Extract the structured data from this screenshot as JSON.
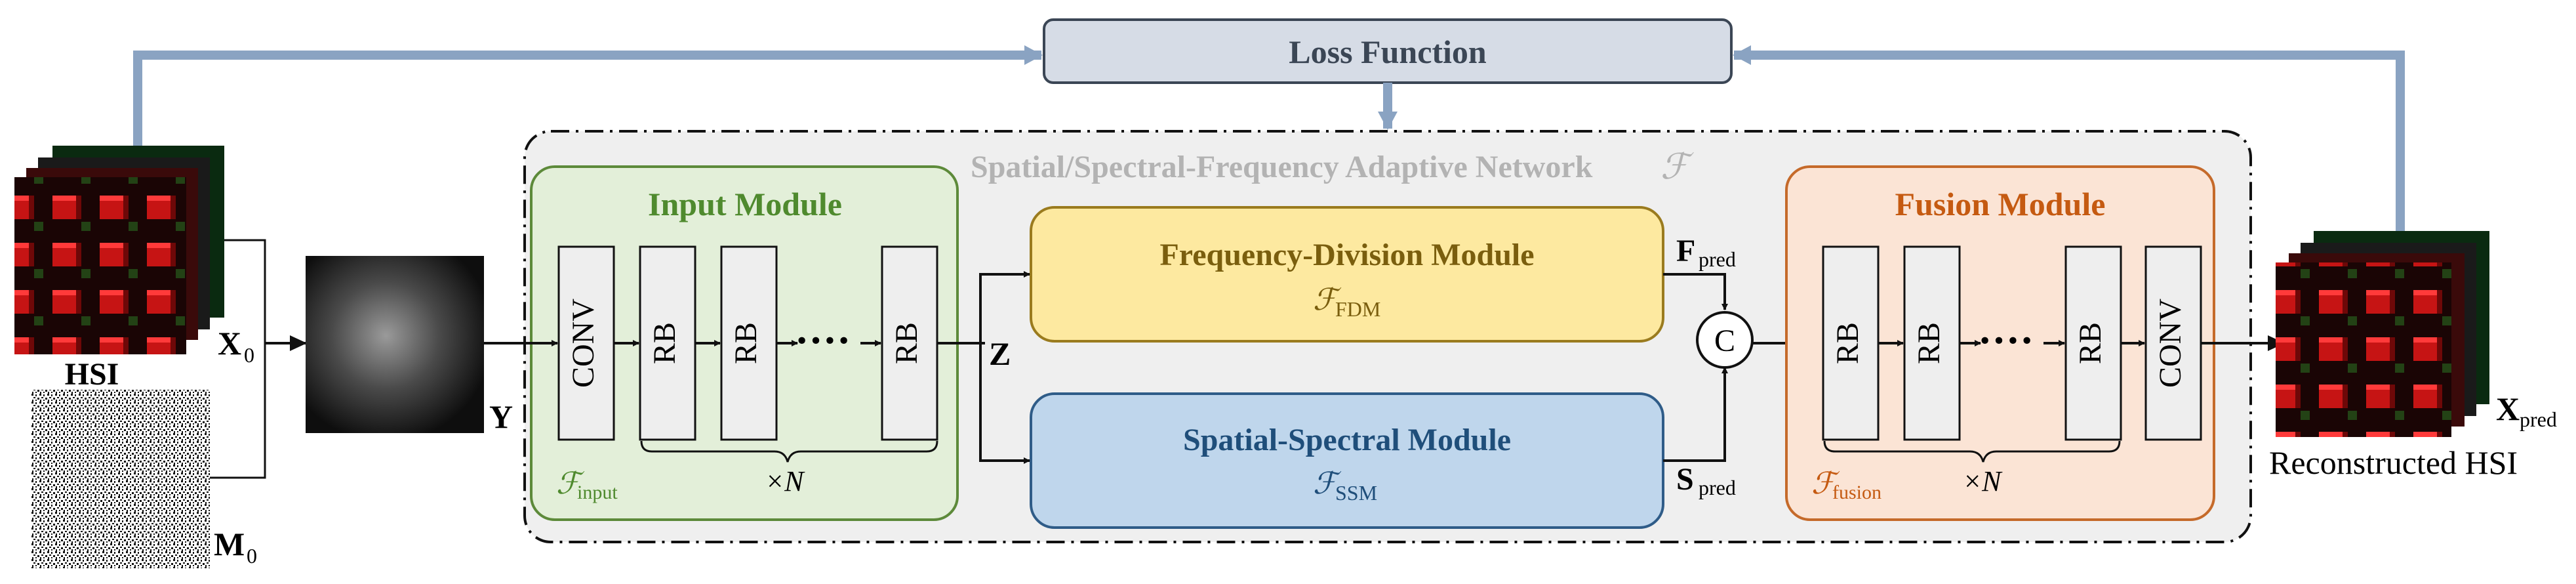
{
  "loss": {
    "label": "Loss Function"
  },
  "network": {
    "title": "Spatial/Spectral-Frequency Adaptive Network",
    "symbol": "ℱ"
  },
  "input_module": {
    "title": "Input Module",
    "conv": "CONV",
    "rb": "RB",
    "dots": "····",
    "repeat": "×N",
    "func_sym": "ℱ",
    "func_sub": "input"
  },
  "fdm": {
    "title": "Frequency-Division Module",
    "func_sym": "ℱ",
    "func_sub": "FDM"
  },
  "ssm": {
    "title": "Spatial-Spectral Module",
    "func_sym": "ℱ",
    "func_sub": "SSM"
  },
  "fusion_module": {
    "title": "Fusion Module",
    "conv": "CONV",
    "rb": "RB",
    "dots": "····",
    "repeat": "×N",
    "func_sym": "ℱ",
    "func_sub": "fusion"
  },
  "labels": {
    "hsi": "HSI",
    "x0": "X",
    "x0_sub": "0",
    "m0": "M",
    "m0_sub": "0",
    "y": "Y",
    "z": "Z",
    "fpred": "F",
    "fpred_sub": "pred",
    "spred": "S",
    "spred_sub": "pred",
    "concat": "C",
    "xpred": "X",
    "xpred_sub": "pred",
    "recon": "Reconstructed HSI"
  },
  "colors": {
    "loss_fill": "#d6dce6",
    "loss_stroke": "#3b4655",
    "feedback": "#8aa3c2",
    "network_fill": "#efefef",
    "input_fill": "#e3efd9",
    "input_stroke": "#5d8a3a",
    "input_text": "#4f8a2e",
    "fdm_fill": "#fde9a0",
    "fdm_stroke": "#9a7b1e",
    "fdm_text": "#7a5e0e",
    "ssm_fill": "#bfd6ec",
    "ssm_stroke": "#2f5c88",
    "ssm_text": "#1f4e7a",
    "fusion_fill": "#fbe4d5",
    "fusion_stroke": "#c56a2a",
    "fusion_text": "#c55a11",
    "block_fill": "#eeeeee"
  }
}
